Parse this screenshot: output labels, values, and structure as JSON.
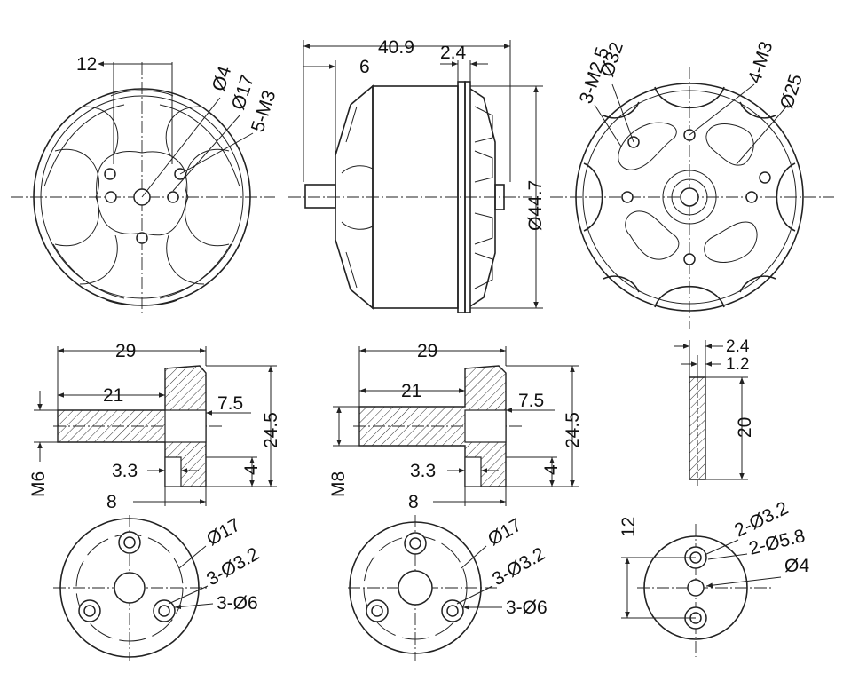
{
  "views": {
    "front": {
      "d12": "12",
      "d_hole": "Ø4",
      "d_pcd": "Ø17",
      "d_holes": "5-M3"
    },
    "side": {
      "d_len": "40.9",
      "d_shaft": "6",
      "d_gap": "2.4",
      "d_dia": "Ø44.7"
    },
    "back": {
      "d_pcd": "Ø32",
      "d_small": "3-M2.5",
      "d_holes": "4-M3",
      "d_inner": "Ø25"
    },
    "mount1": {
      "d29": "29",
      "d21": "21",
      "d75": "7.5",
      "d245": "24.5",
      "d33": "3.3",
      "d4": "4",
      "d8": "8",
      "thread": "M6"
    },
    "mount2": {
      "d29": "29",
      "d21": "21",
      "d75": "7.5",
      "d245": "24.5",
      "d33": "3.3",
      "d4": "4",
      "d8": "8",
      "thread": "M8"
    },
    "washer": {
      "d24": "2.4",
      "d12": "1.2",
      "d20": "20"
    },
    "plate1": {
      "d_pcd": "Ø17",
      "d_holes": "3-Ø3.2",
      "d_cb": "3-Ø6"
    },
    "plate2": {
      "d_pcd": "Ø17",
      "d_holes": "3-Ø3.2",
      "d_cb": "3-Ø6"
    },
    "plate3": {
      "d_vert": "12",
      "d_holes": "2-Ø3.2",
      "d_cb": "2-Ø5.8",
      "d_center": "Ø4"
    }
  }
}
